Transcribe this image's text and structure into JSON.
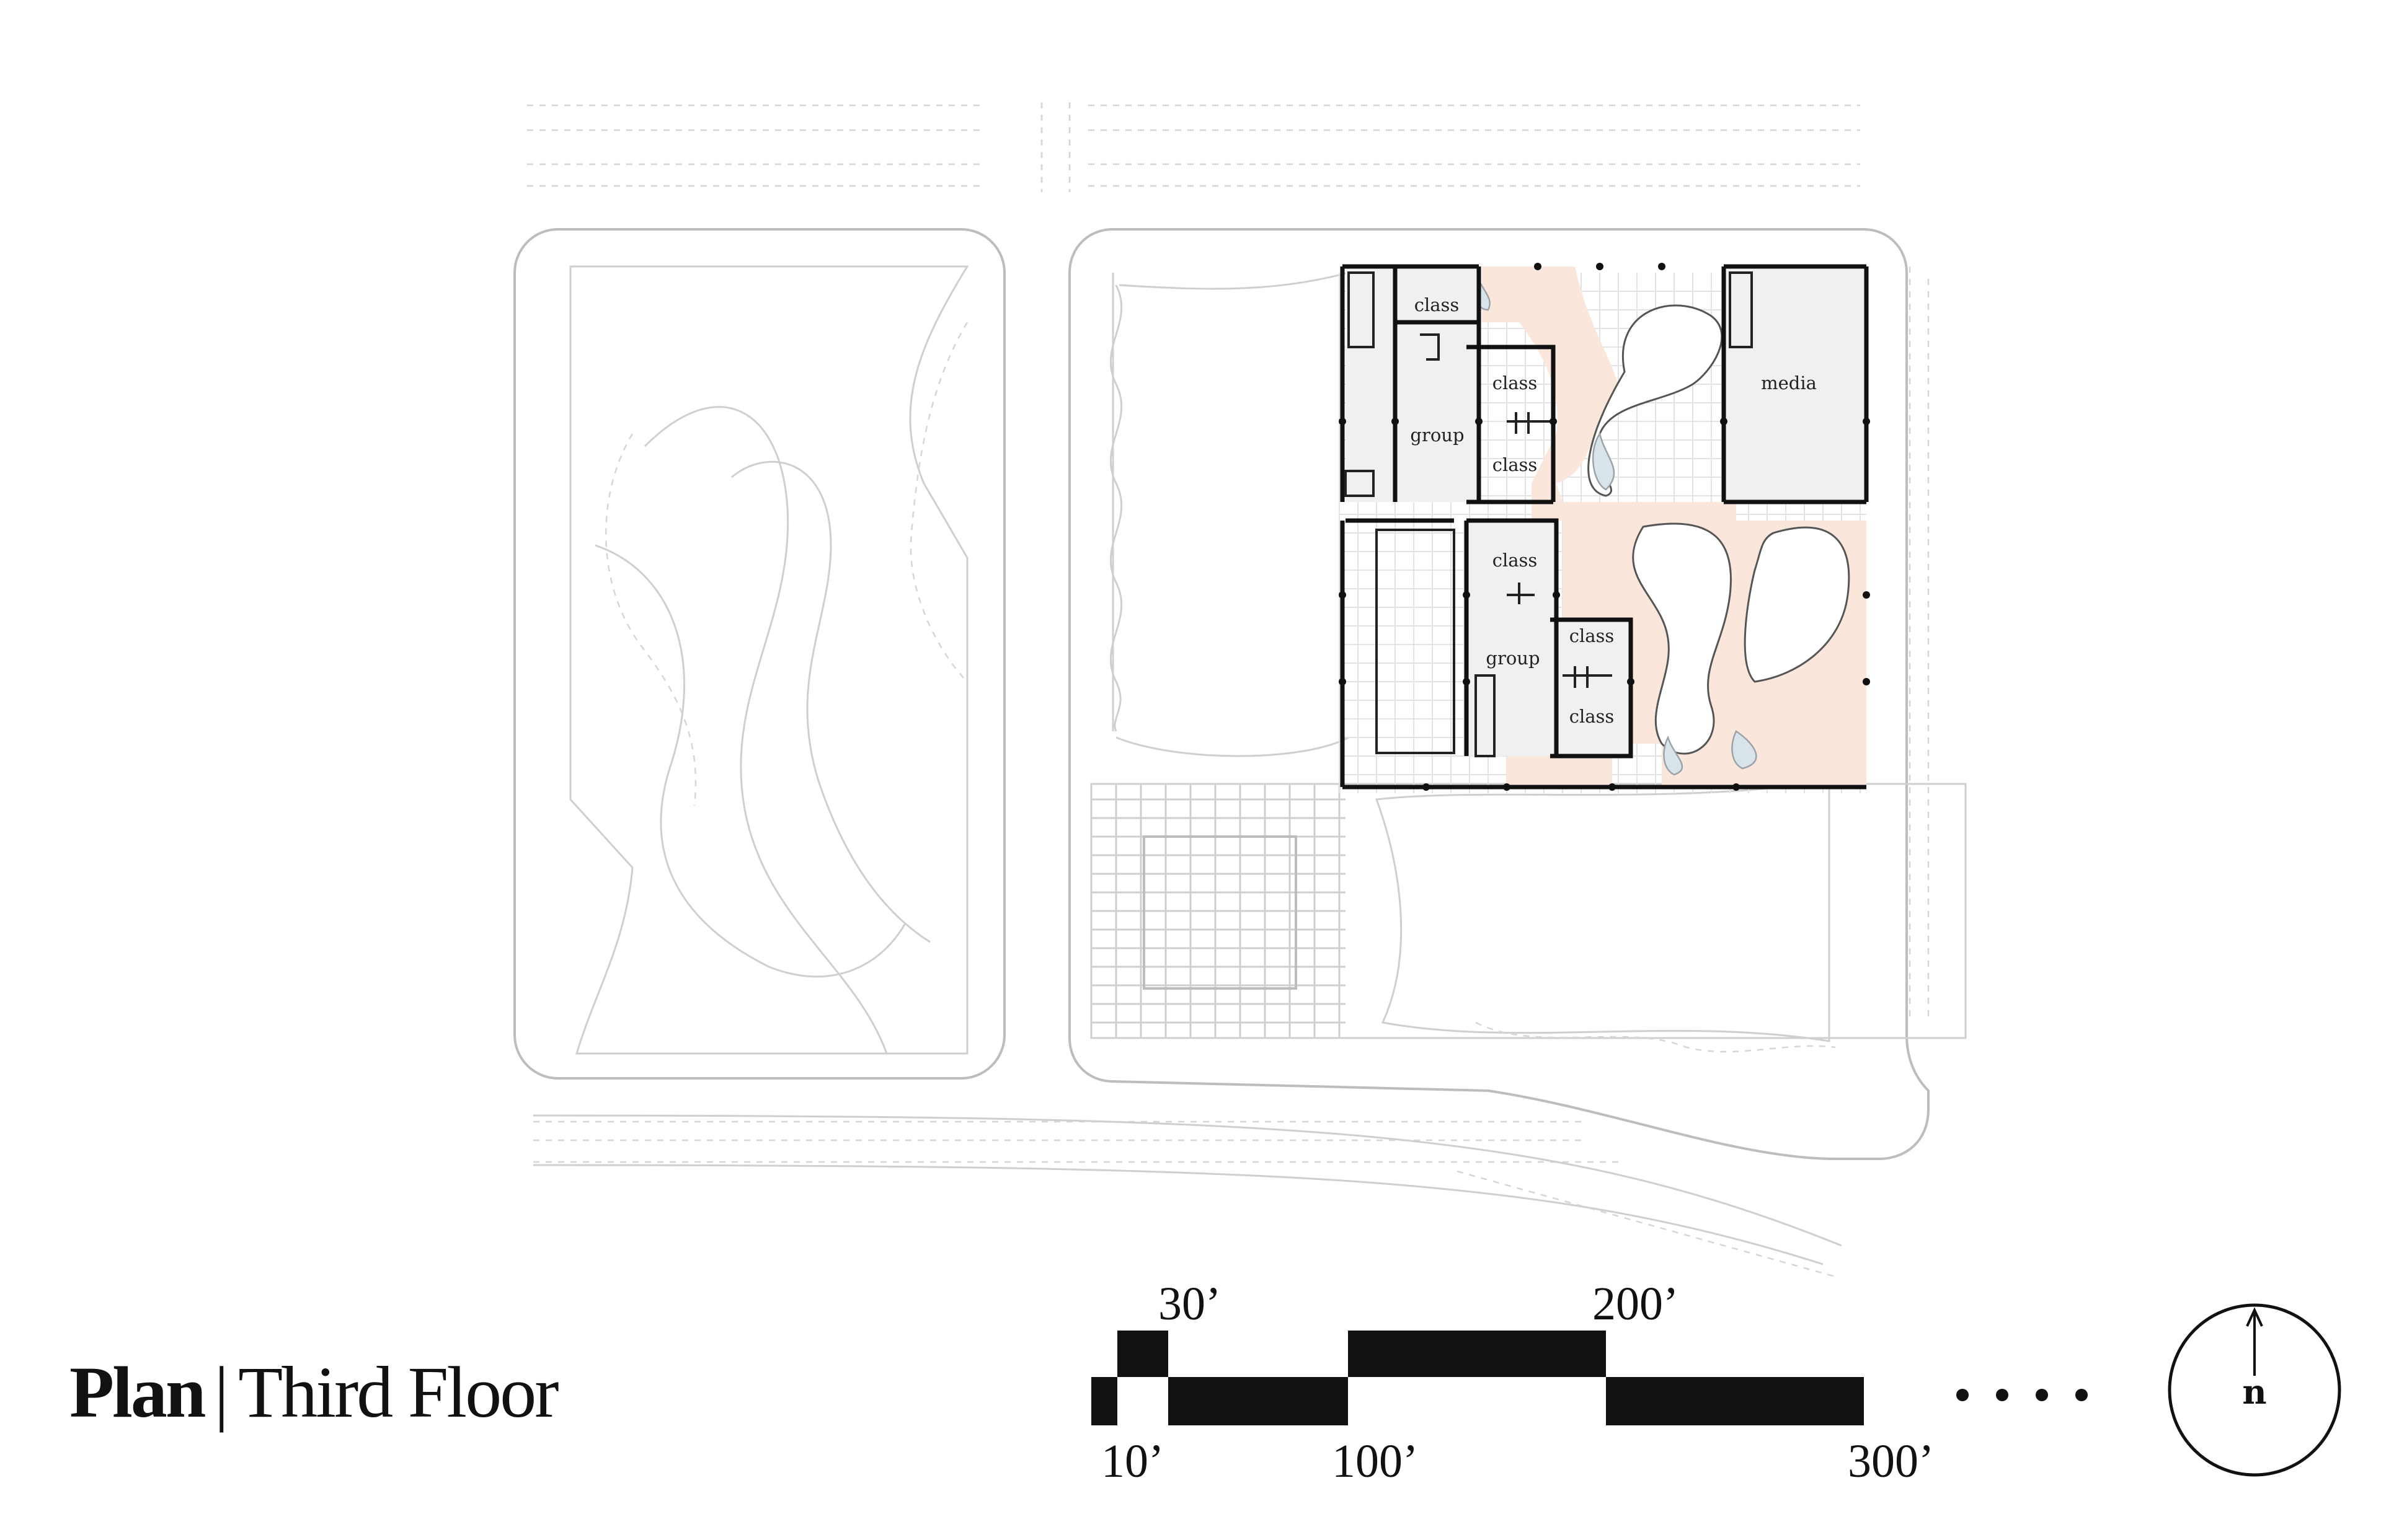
{
  "title": {
    "main": "Plan",
    "separator": "|",
    "sub": "Third Floor"
  },
  "rooms": [
    "class",
    "class",
    "group",
    "class",
    "media",
    "class",
    "group",
    "class",
    "class"
  ],
  "scale_bar": {
    "labels": [
      "30’",
      "200’",
      "10’",
      "100’",
      "300’"
    ]
  },
  "north_arrow": {
    "label": "n"
  },
  "colors": {
    "ink": "#111111",
    "circulation": "#fbe6dc",
    "room_fill": "#f0f0f0",
    "water": "#d9e4ea",
    "context_lines": "#cfcfcf"
  }
}
